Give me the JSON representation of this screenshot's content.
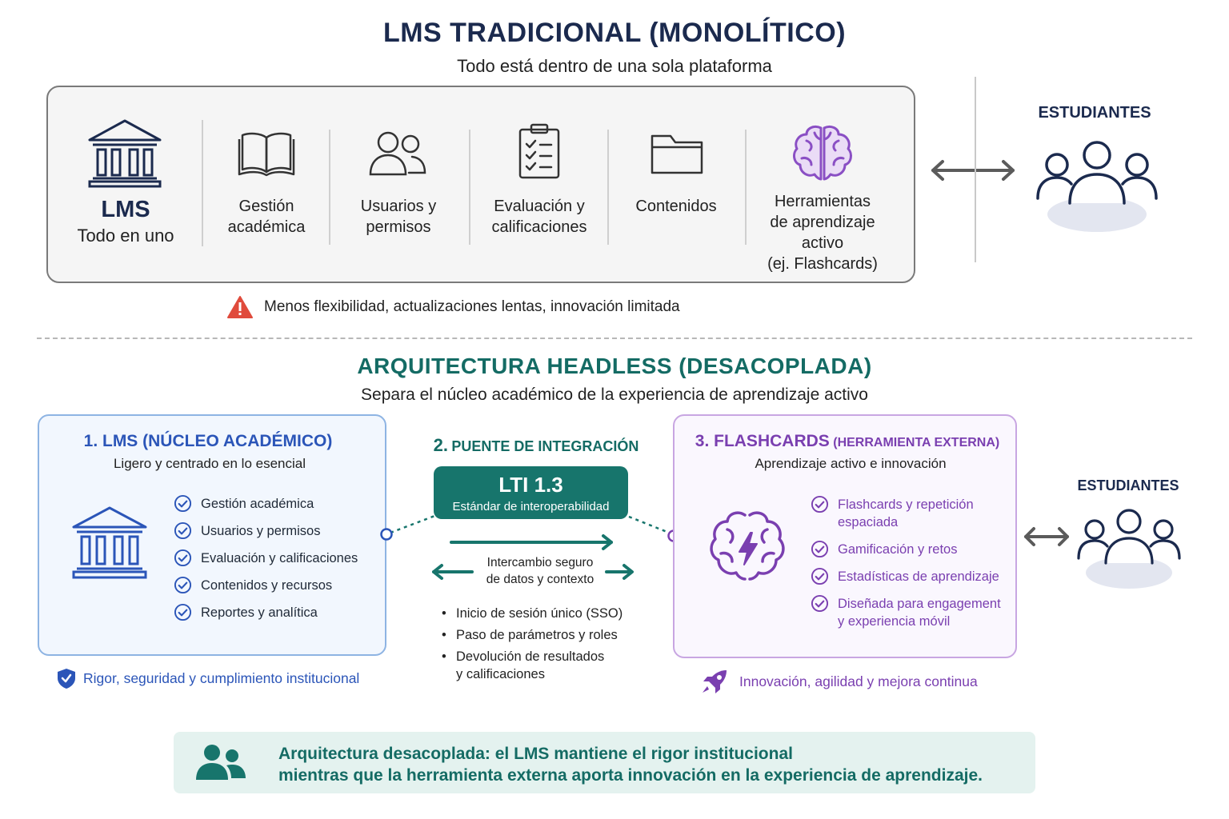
{
  "top": {
    "title": "LMS TRADICIONAL (MONOLÍTICO)",
    "subtitle": "Todo está dentro de una sola plataforma",
    "lms_label": "LMS",
    "lms_sub": "Todo en uno",
    "modules": [
      {
        "line1": "Gestión",
        "line2": "académica"
      },
      {
        "line1": "Usuarios y",
        "line2": "permisos"
      },
      {
        "line1": "Evaluación y",
        "line2": "calificaciones"
      },
      {
        "line1": "Contenidos"
      }
    ],
    "tool": {
      "line1": "Herramientas",
      "line2": "de aprendizaje",
      "line3": "activo",
      "line4": "(ej. Flashcards)"
    },
    "students": "ESTUDIANTES",
    "warning": "Menos flexibilidad, actualizaciones lentas, innovación limitada"
  },
  "bottom": {
    "title": "ARQUITECTURA HEADLESS (DESACOPLADA)",
    "subtitle": "Separa el núcleo académico de la experiencia de aprendizaje activo",
    "lms": {
      "title": "1. LMS (NÚCLEO ACADÉMICO)",
      "subtitle": "Ligero y centrado en lo esencial",
      "items": [
        "Gestión académica",
        "Usuarios y permisos",
        "Evaluación y calificaciones",
        "Contenidos y recursos",
        "Reportes y analítica"
      ],
      "footer": "Rigor, seguridad y cumplimiento institucional"
    },
    "bridge": {
      "title_num": "2.",
      "title": "PUENTE DE INTEGRACIÓN",
      "lti": "LTI 1.3",
      "lti_sub": "Estándar de interoperabilidad",
      "exchange_1": "Intercambio seguro",
      "exchange_2": "de datos y contexto",
      "bullets": [
        {
          "line1": "Inicio de sesión único (SSO)"
        },
        {
          "line1": "Paso de parámetros y roles"
        },
        {
          "line1": "Devolución de resultados",
          "line2": "y calificaciones"
        }
      ]
    },
    "flash": {
      "title": "3. FLASHCARDS",
      "title_small": "(HERRAMIENTA EXTERNA)",
      "subtitle": "Aprendizaje activo e innovación",
      "items": [
        {
          "line1": "Flashcards y repetición",
          "line2": "espaciada"
        },
        {
          "line1": "Gamificación y retos"
        },
        {
          "line1": "Estadísticas de aprendizaje"
        },
        {
          "line1": "Diseñada para engagement",
          "line2": "y experiencia móvil"
        }
      ],
      "footer": "Innovación, agilidad y mejora continua"
    },
    "students": "ESTUDIANTES"
  },
  "banner": {
    "line1": "Arquitectura desacoplada: el LMS mantiene el rigor institucional",
    "line2": "mientras que la herramienta externa aporta innovación en la experiencia de aprendizaje."
  },
  "colors": {
    "navy": "#1b2a4e",
    "teal": "#146b64",
    "blue": "#2b55b8",
    "purple": "#7a3fb0",
    "warning": "#e04b3c"
  }
}
